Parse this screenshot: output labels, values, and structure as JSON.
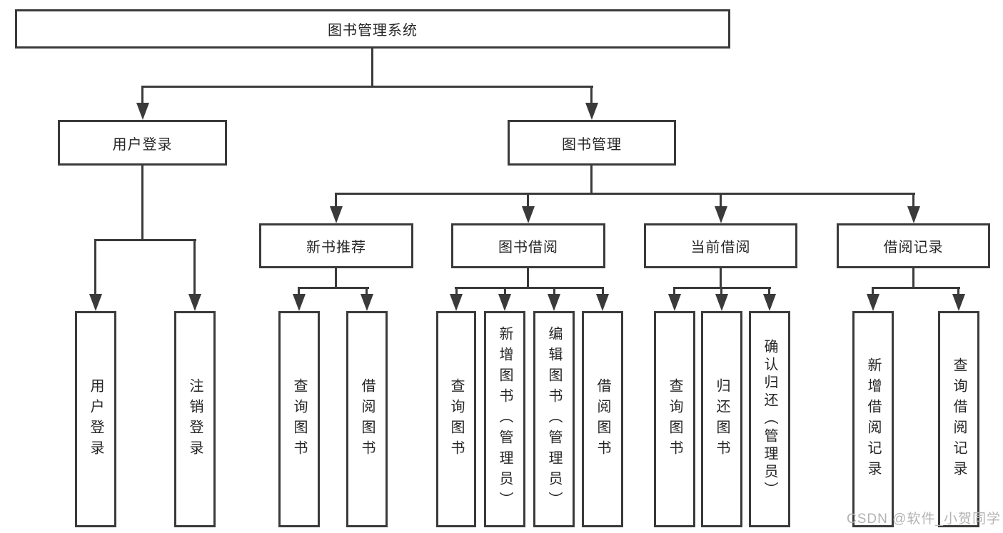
{
  "tree": {
    "root": {
      "label": "图书管理系统"
    },
    "branches": [
      {
        "label": "用户登录",
        "children": [
          "用户登录",
          "注销登录"
        ]
      },
      {
        "label": "图书管理",
        "children": [
          {
            "label": "新书推荐",
            "children": [
              "查询图书",
              "借阅图书"
            ]
          },
          {
            "label": "图书借阅",
            "children": [
              "查询图书",
              "新增图书（管理员）",
              "编辑图书（管理员）",
              "借阅图书"
            ]
          },
          {
            "label": "当前借阅",
            "children": [
              "查询图书",
              "归还图书",
              "确认归还（管理员）"
            ]
          },
          {
            "label": "借阅记录",
            "children": [
              "新增借阅记录",
              "查询借阅记录"
            ]
          }
        ]
      }
    ]
  },
  "watermark": "CSDN @软件_小贺同学",
  "colors": {
    "line": "#3a3a3a",
    "box_border": "#3a3a3a",
    "text": "#262626",
    "watermark": "#b3b3b3",
    "background": "#ffffff"
  }
}
